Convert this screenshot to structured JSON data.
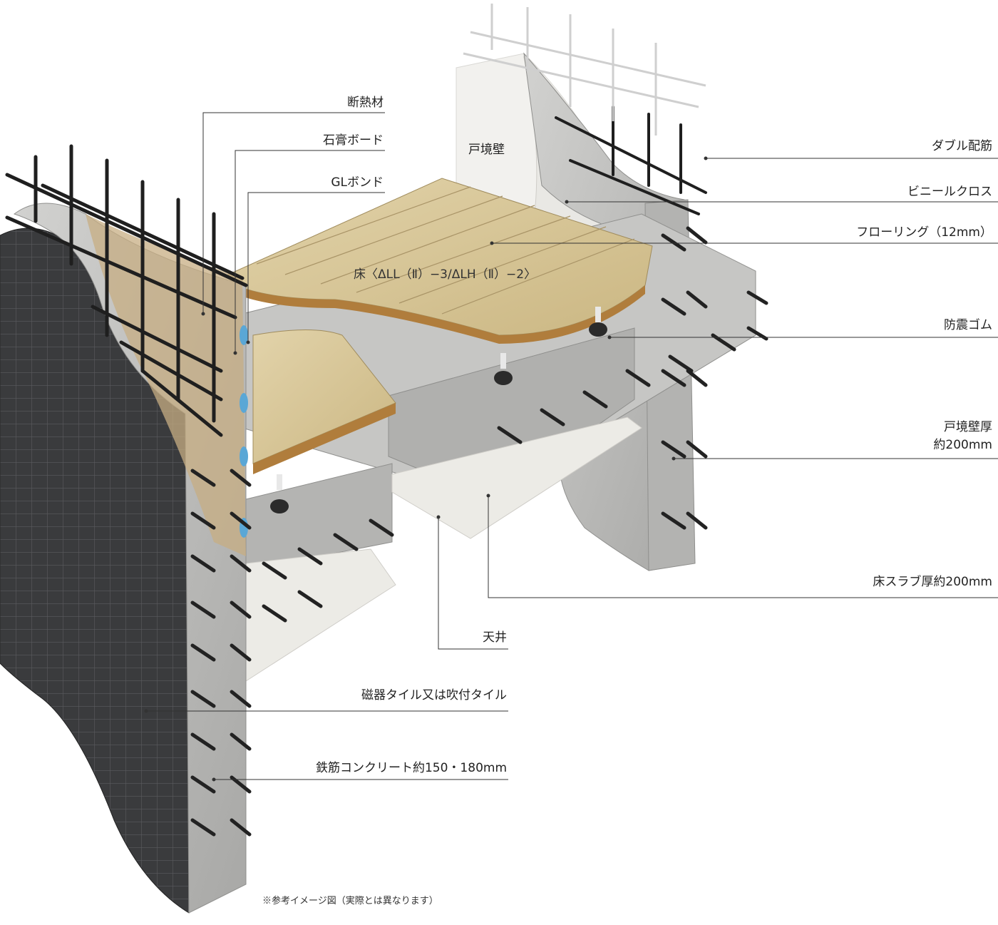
{
  "labels_left": {
    "insulation": "断熱材",
    "gypsum_board": "石膏ボード",
    "gl_bond": "GLボンド",
    "ceiling": "天井",
    "tile": "磁器タイル又は吹付タイル",
    "rc_wall": "鉄筋コンクリート約150・180mm"
  },
  "labels_right": {
    "double_rebar": "ダブル配筋",
    "vinyl_cloth": "ビニールクロス",
    "flooring": "フローリング（12mm）",
    "anti_vibration": "防震ゴム",
    "partition_thickness_1": "戸境壁厚",
    "partition_thickness_2": "約200mm",
    "slab_thickness": "床スラブ厚約200mm"
  },
  "labels_inline": {
    "partition_wall": "戸境壁",
    "floor_rating": "床〈ΔLL（Ⅱ）−3/ΔLH（Ⅱ）−2〉"
  },
  "footnote": "※参考イメージ図（実際とは異なります）",
  "colors": {
    "concrete": "#bdbdbb",
    "concrete_dark": "#9e9e9c",
    "tile": "#3c3d3f",
    "wood": "#d9c79a",
    "rebar": "#1f1f1f",
    "line": "#333333",
    "gl_bond": "#5aa7d6"
  }
}
